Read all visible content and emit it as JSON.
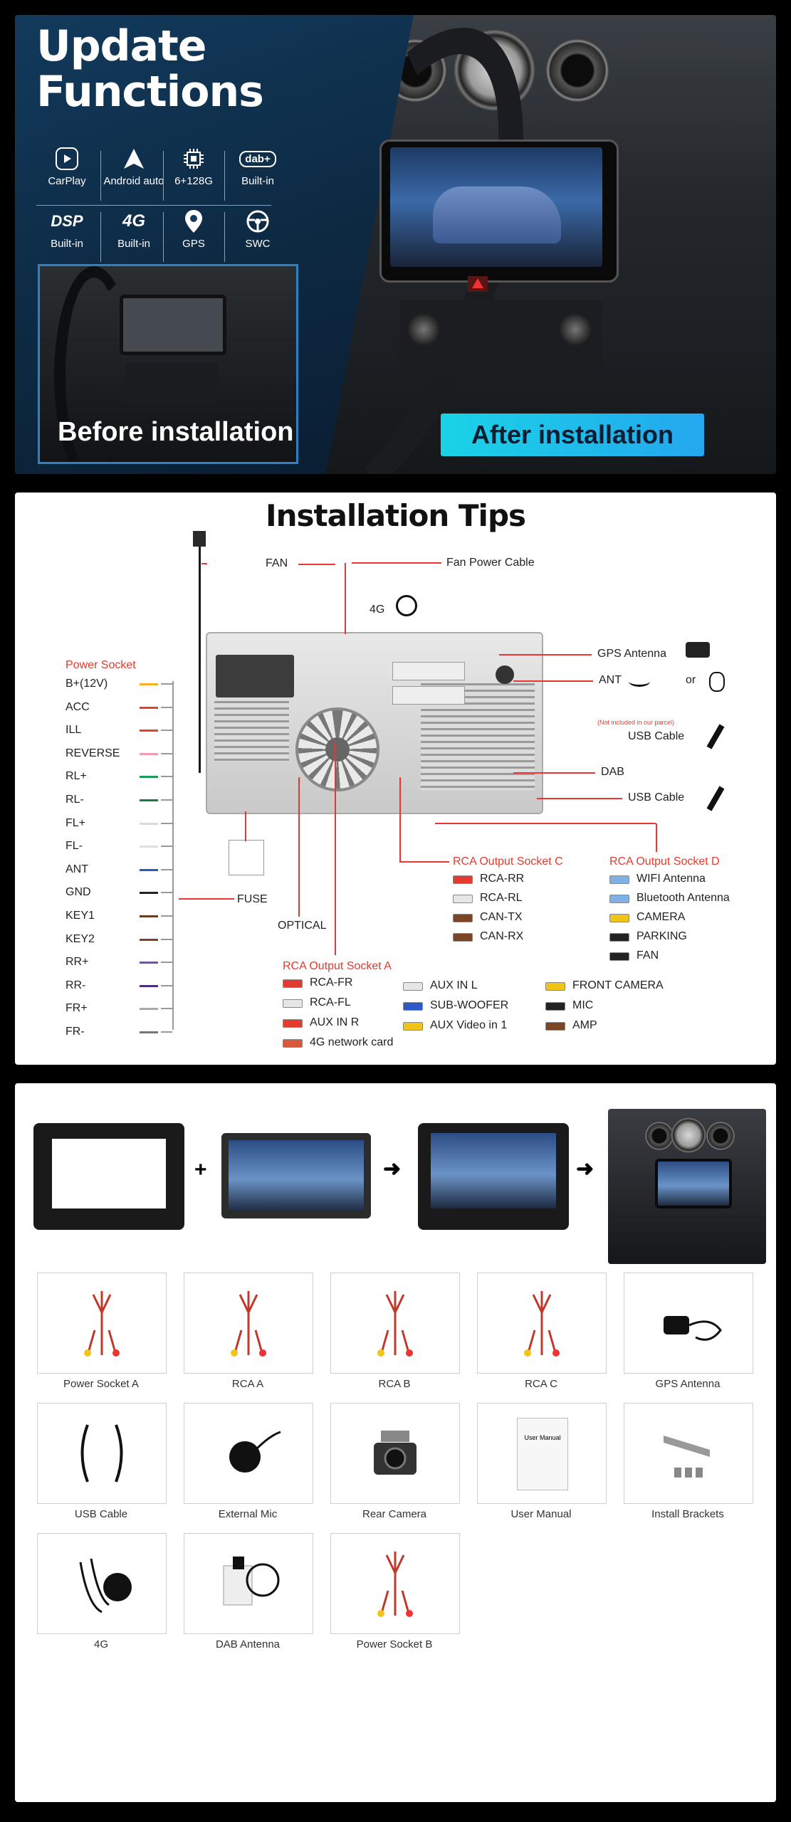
{
  "panel1": {
    "title_line1": "Update",
    "title_line2": "Functions",
    "features": [
      {
        "icon": "carplay-icon",
        "label": "CarPlay"
      },
      {
        "icon": "android-auto-icon",
        "label": "Android auto"
      },
      {
        "icon": "chip-icon",
        "label": "6+128G"
      },
      {
        "icon": "dab-plus-icon",
        "icon_text": "dab+",
        "label": "Built-in"
      },
      {
        "icon": "dsp-icon",
        "icon_text": "DSP",
        "label": "Built-in"
      },
      {
        "icon": "4g-icon",
        "icon_text": "4G",
        "label": "Built-in"
      },
      {
        "icon": "gps-pin-icon",
        "label": "GPS"
      },
      {
        "icon": "steering-wheel-icon",
        "label": "SWC"
      }
    ],
    "before_label": "Before installation",
    "after_label": "After installation"
  },
  "panel2": {
    "title": "Installation Tips",
    "top_labels": {
      "fan": "FAN",
      "fan_power": "Fan Power Cable",
      "g4": "4G"
    },
    "right_labels": {
      "gps": "GPS Antenna",
      "ant": "ANT",
      "or": "or",
      "note": "(Not included in our parcel)",
      "usb1": "USB Cable",
      "dab": "DAB",
      "usb2": "USB Cable"
    },
    "power_socket": {
      "title": "Power Socket",
      "pins": [
        {
          "name": "B+(12V)",
          "color": "#f2b01e"
        },
        {
          "name": "ACC",
          "color": "#e8402f"
        },
        {
          "name": "ILL",
          "color": "#e8402f"
        },
        {
          "name": "REVERSE",
          "color": "#f29ab0"
        },
        {
          "name": "RL+",
          "color": "#1d9b5a"
        },
        {
          "name": "RL-",
          "color": "#1d7a46"
        },
        {
          "name": "FL+",
          "color": "#d9d9d9"
        },
        {
          "name": "FL-",
          "color": "#e0e0e0"
        },
        {
          "name": "ANT",
          "color": "#2b58c4"
        },
        {
          "name": "GND",
          "color": "#222222"
        },
        {
          "name": "KEY1",
          "color": "#6b3b1f"
        },
        {
          "name": "KEY2",
          "color": "#7b4526"
        },
        {
          "name": "RR+",
          "color": "#7b4bb8"
        },
        {
          "name": "RR-",
          "color": "#4d2f7a"
        },
        {
          "name": "FR+",
          "color": "#a9a9a9"
        },
        {
          "name": "FR-",
          "color": "#777777"
        }
      ]
    },
    "fuse": "FUSE",
    "optical": "OPTICAL",
    "rca_a": {
      "title": "RCA Output Socket A",
      "items": [
        {
          "label": "RCA-FR",
          "color": "#e33b2f"
        },
        {
          "label": "RCA-FL",
          "color": "#e6e6e6"
        },
        {
          "label": "AUX IN R",
          "color": "#e33b2f"
        },
        {
          "label": "4G network card",
          "color": "#d9573a"
        }
      ]
    },
    "rca_a2": [
      {
        "label": "AUX IN L",
        "color": "#e6e6e6"
      },
      {
        "label": "SUB-WOOFER",
        "color": "#2c5bc9"
      },
      {
        "label": "AUX Video in 1",
        "color": "#f0c419"
      }
    ],
    "rca_a3": [
      {
        "label": "FRONT CAMERA",
        "color": "#f0c419"
      },
      {
        "label": "MIC",
        "color": "#222222"
      },
      {
        "label": "AMP",
        "color": "#7b4526"
      }
    ],
    "rca_c": {
      "title": "RCA Output Socket C",
      "items": [
        {
          "label": "RCA-RR",
          "color": "#e33b2f"
        },
        {
          "label": "RCA-RL",
          "color": "#e6e6e6"
        },
        {
          "label": "CAN-TX",
          "color": "#7b4526"
        },
        {
          "label": "CAN-RX",
          "color": "#7b4526"
        }
      ]
    },
    "rca_d": {
      "title": "RCA Output Socket D",
      "items": [
        {
          "label": "WIFI Antenna",
          "color": "#7fb0e6"
        },
        {
          "label": "Bluetooth Antenna",
          "color": "#7fb0e6"
        },
        {
          "label": "CAMERA",
          "color": "#f0c419"
        },
        {
          "label": "PARKING",
          "color": "#222222"
        },
        {
          "label": "FAN",
          "color": "#222222"
        }
      ]
    }
  },
  "panel3": {
    "accessories": [
      {
        "label": "Power Socket A",
        "icon": "power-socket-harness-icon"
      },
      {
        "label": "RCA  A",
        "icon": "rca-cable-icon"
      },
      {
        "label": "RCA  B",
        "icon": "rca-cable-icon"
      },
      {
        "label": "RCA  C",
        "icon": "rca-cable-icon"
      },
      {
        "label": "GPS Antenna",
        "icon": "gps-antenna-icon"
      },
      {
        "label": "USB Cable",
        "icon": "usb-cable-icon"
      },
      {
        "label": "External Mic",
        "icon": "microphone-icon"
      },
      {
        "label": "Rear Camera",
        "icon": "camera-icon"
      },
      {
        "label": "User Manual",
        "icon": "manual-icon",
        "icon_text": "User Manual"
      },
      {
        "label": "Install Brackets",
        "icon": "bracket-icon"
      },
      {
        "label": "4G",
        "icon": "4g-antenna-icon"
      },
      {
        "label": "DAB Antenna",
        "icon": "dab-antenna-icon"
      },
      {
        "label": "Power Socket B",
        "icon": "power-socket-harness-icon"
      }
    ]
  }
}
